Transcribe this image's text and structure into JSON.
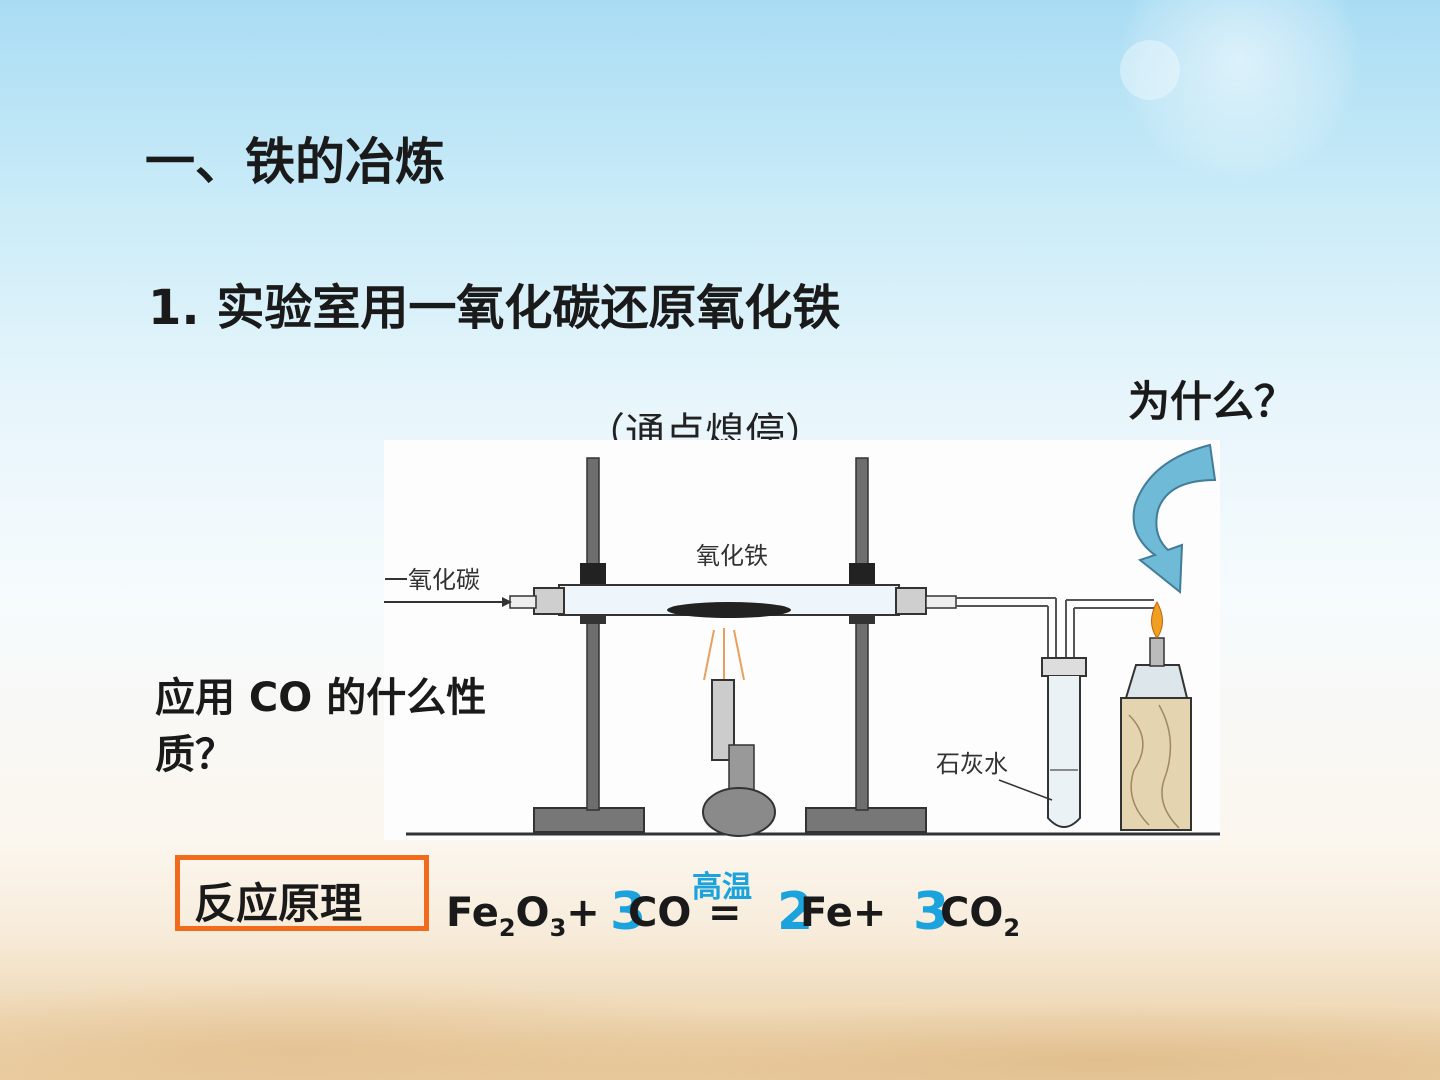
{
  "title": "一、铁的冶炼",
  "subtitle": "1. 实验室用一氧化碳还原氧化铁",
  "note": "（通点熄停）",
  "why": "为什么？",
  "question_line1": "应用 CO 的什么性",
  "question_line2": "质？",
  "diagram": {
    "label_co": "一氧化碳",
    "label_fe2o3": "氧化铁",
    "label_limewater": "石灰水"
  },
  "principle_label": "反应原理",
  "equation": {
    "reactant1": "Fe",
    "reactant1_sub1": "2",
    "reactant1_mid": "O",
    "reactant1_sub2": "3",
    "plus1": "+",
    "reactant2": "CO",
    "equals": "=",
    "product1": "Fe+",
    "product2": "CO",
    "product2_sub": "2",
    "condition": "高温",
    "coef1": "3",
    "coef2": "2",
    "coef3": "3"
  },
  "colors": {
    "accent": "#1aa3dc",
    "box_border": "#f26b1d"
  }
}
